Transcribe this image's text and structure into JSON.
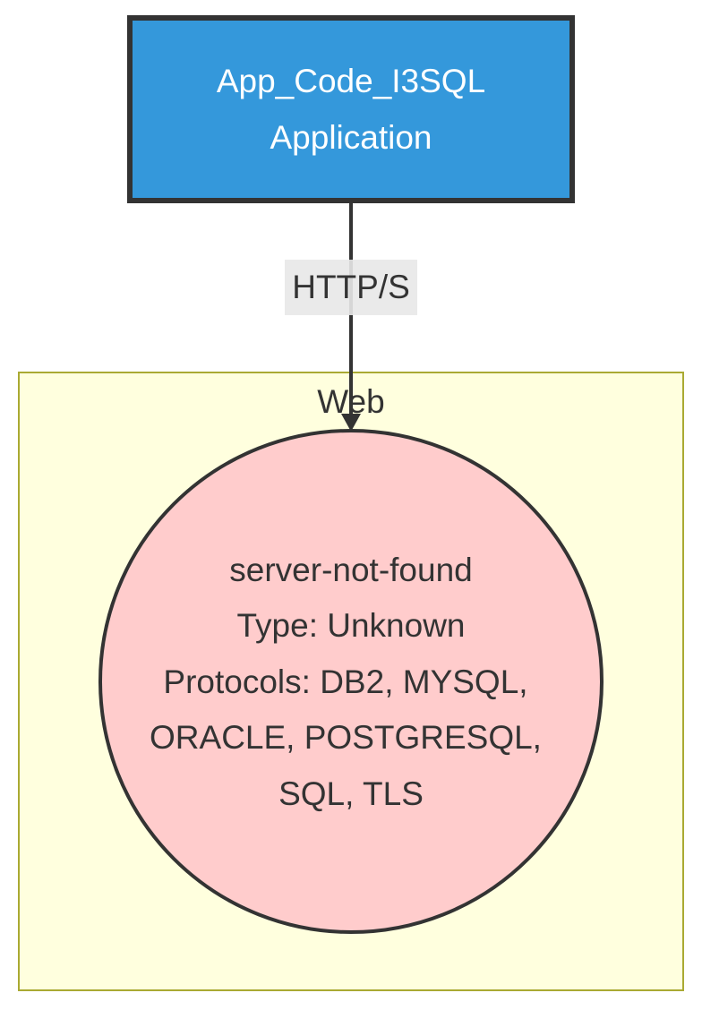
{
  "app_node": {
    "line1": "App_Code_I3SQL",
    "line2": "Application",
    "fill": "#3498db",
    "stroke": "#333333",
    "text_color": "#ffffff"
  },
  "edge": {
    "label": "HTTP/S",
    "label_bg": "#e8e8e8",
    "color": "#333333"
  },
  "group": {
    "label": "Web",
    "fill": "#ffffde",
    "stroke": "#aaaa33"
  },
  "server_node": {
    "lines": [
      "server-not-found",
      "Type: Unknown",
      "Protocols: DB2, MYSQL,",
      "ORACLE, POSTGRESQL,",
      "SQL, TLS"
    ],
    "fill": "#ffcccc",
    "stroke": "#333333",
    "text_color": "#333333"
  }
}
